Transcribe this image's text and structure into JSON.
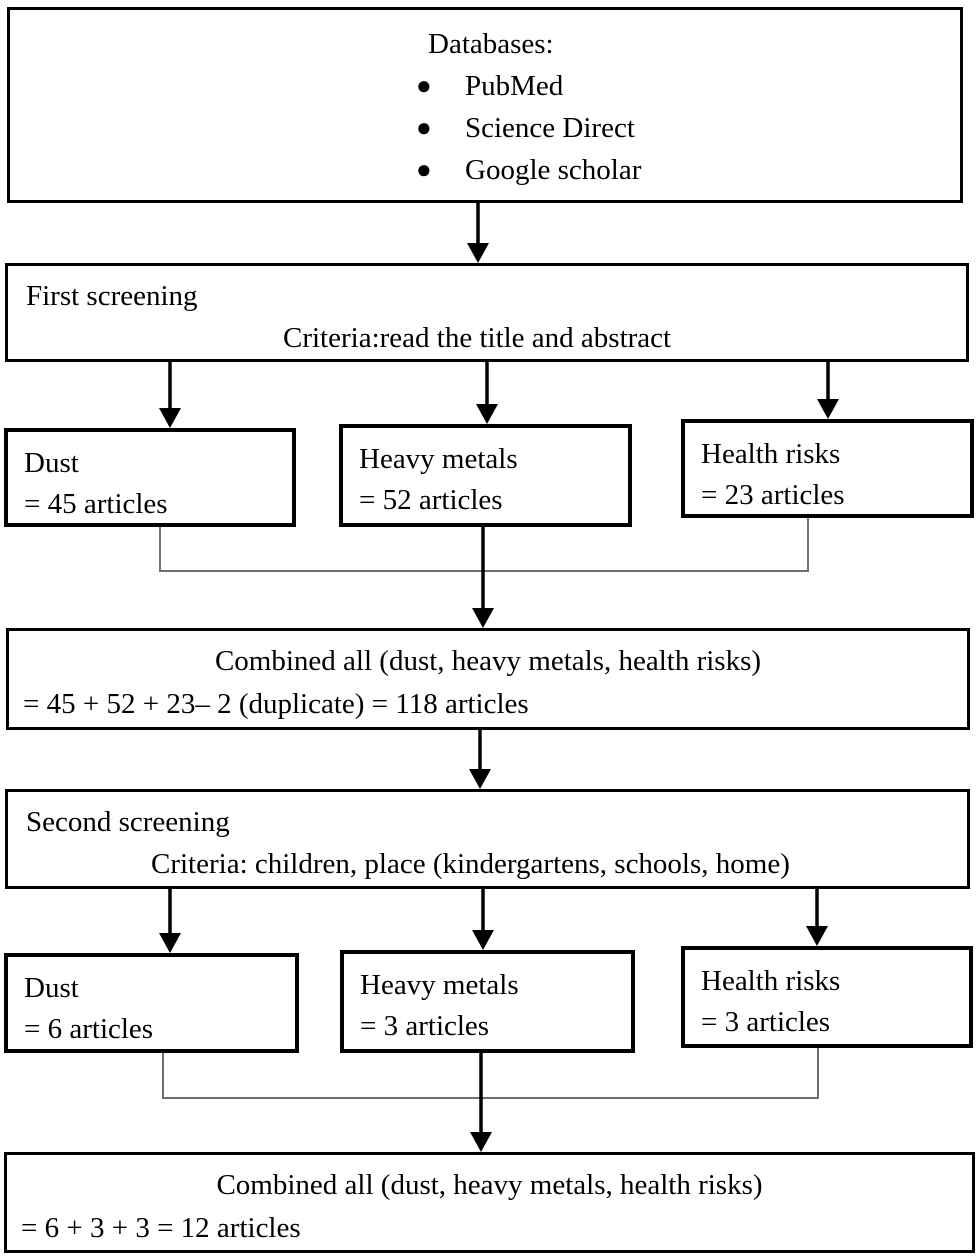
{
  "flowchart": {
    "icons": {
      "bullet": "●"
    },
    "colors": {
      "border": "#000000",
      "arrow": "#000000",
      "connector": "#6f6f6f",
      "background": "#ffffff"
    },
    "databases": {
      "title": "Databases:",
      "items": [
        "PubMed",
        "Science Direct",
        "Google scholar"
      ]
    },
    "first_screening": {
      "title": "First screening",
      "criteria": "Criteria:read the title and abstract"
    },
    "first_results": [
      {
        "label": "Dust",
        "count": "= 45 articles"
      },
      {
        "label": "Heavy metals",
        "count": "= 52 articles"
      },
      {
        "label": "Health risks",
        "count": "= 23 articles"
      }
    ],
    "first_combined": {
      "title": "Combined all (dust, heavy metals, health risks)",
      "calculation": "= 45 + 52 + 23– 2 (duplicate) = 118 articles"
    },
    "second_screening": {
      "title": "Second screening",
      "criteria": "Criteria: children, place (kindergartens, schools, home)"
    },
    "second_results": [
      {
        "label": "Dust",
        "count": "= 6 articles"
      },
      {
        "label": "Heavy metals",
        "count": "= 3 articles"
      },
      {
        "label": "Health risks",
        "count": "= 3 articles"
      }
    ],
    "second_combined": {
      "title": "Combined all (dust, heavy metals, health risks)",
      "calculation": "= 6 + 3 + 3 = 12 articles"
    }
  }
}
